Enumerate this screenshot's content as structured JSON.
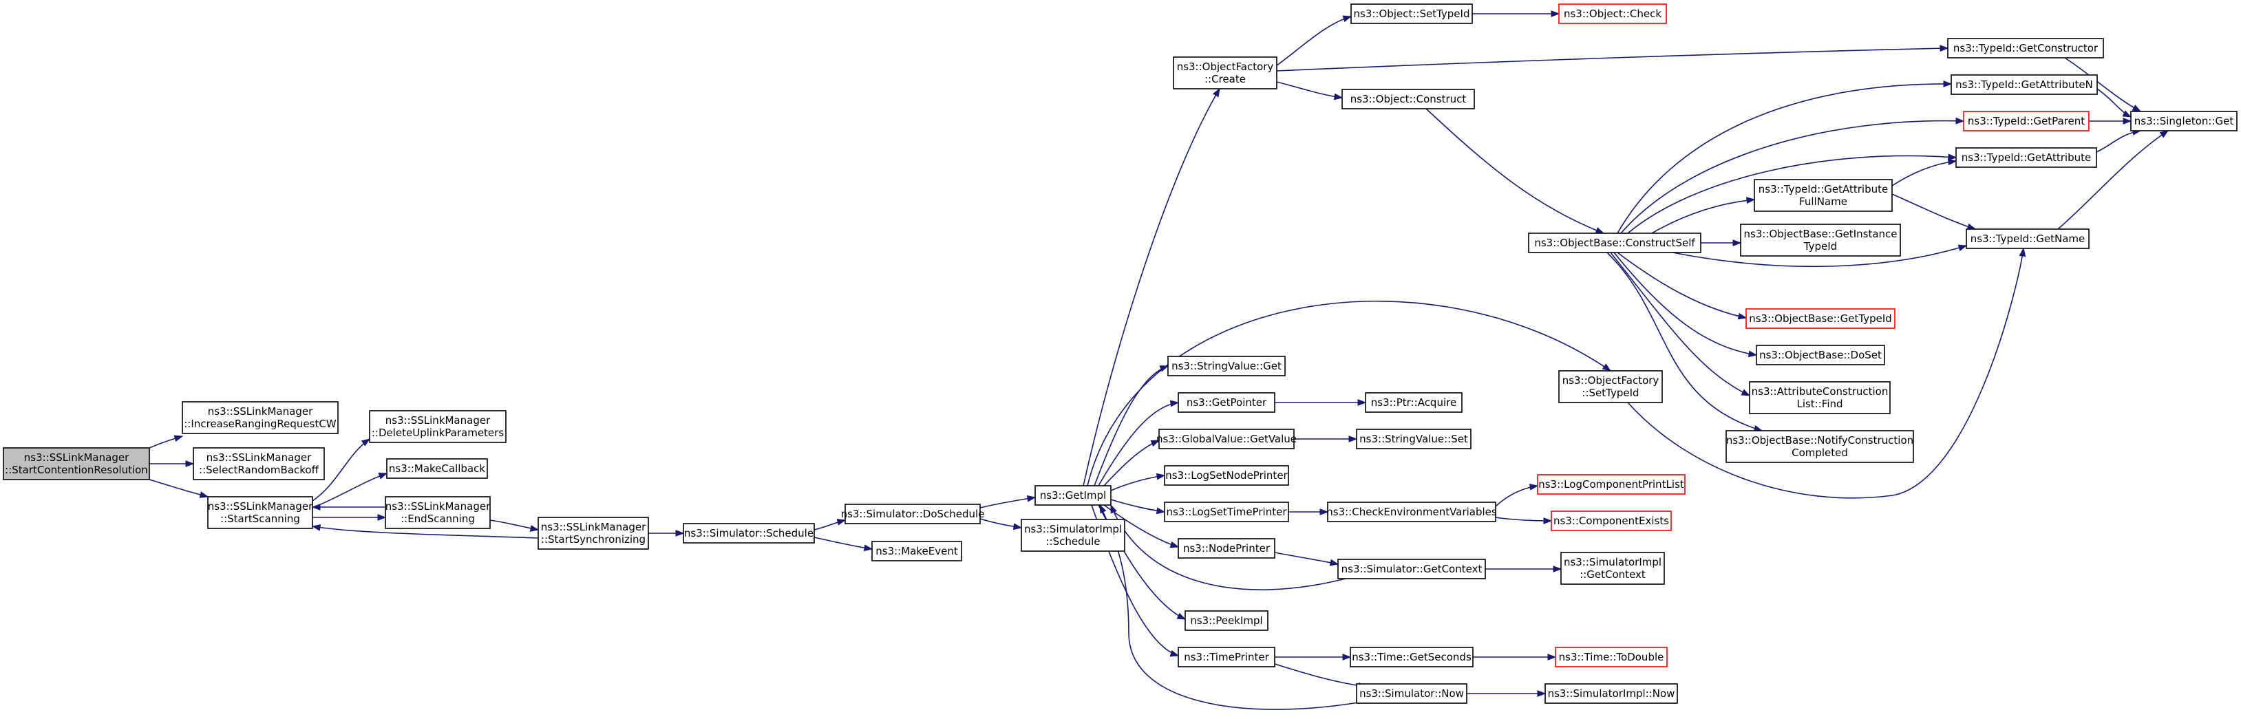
{
  "colors": {
    "edge": "#191970",
    "node_border": "#000000",
    "node_border_truncated": "#ff0000",
    "root_fill": "#bfbfbf",
    "background": "#ffffff"
  },
  "nodes": {
    "root": [
      "ns3::SSLinkManager",
      "::StartContentionResolution"
    ],
    "increase": [
      "ns3::SSLinkManager",
      "::IncreaseRangingRequestCW"
    ],
    "selectbackoff": [
      "ns3::SSLinkManager",
      "::SelectRandomBackoff"
    ],
    "startscanning": [
      "ns3::SSLinkManager",
      "::StartScanning"
    ],
    "deleteuplink": [
      "ns3::SSLinkManager",
      "::DeleteUplinkParameters"
    ],
    "makecallback": [
      "ns3::MakeCallback"
    ],
    "endscanning": [
      "ns3::SSLinkManager",
      "::EndScanning"
    ],
    "startsync": [
      "ns3::SSLinkManager",
      "::StartSynchronizing"
    ],
    "schedule": [
      "ns3::Simulator::Schedule"
    ],
    "doschedule": [
      "ns3::Simulator::DoSchedule"
    ],
    "makeevent": [
      "ns3::MakeEvent"
    ],
    "getimpl": [
      "ns3::GetImpl"
    ],
    "simimplschedule": [
      "ns3::SimulatorImpl",
      "::Schedule"
    ],
    "ofcreate": [
      "ns3::ObjectFactory",
      "::Create"
    ],
    "setypeid": [
      "ns3::Object::SetTypeId"
    ],
    "objcheck": [
      "ns3::Object::Check"
    ],
    "objconstruct": [
      "ns3::Object::Construct"
    ],
    "getconstructor": [
      "ns3::TypeId::GetConstructor"
    ],
    "getattributen": [
      "ns3::TypeId::GetAttributeN"
    ],
    "getparent": [
      "ns3::TypeId::GetParent"
    ],
    "singleton": [
      "ns3::Singleton::Get"
    ],
    "getattribute": [
      "ns3::TypeId::GetAttribute"
    ],
    "getattrfull": [
      "ns3::TypeId::GetAttribute",
      "FullName"
    ],
    "constructself": [
      "ns3::ObjectBase::ConstructSelf"
    ],
    "getinstancetypeid": [
      "ns3::ObjectBase::GetInstance",
      "TypeId"
    ],
    "getname": [
      "ns3::TypeId::GetName"
    ],
    "obgettypeid": [
      "ns3::ObjectBase::GetTypeId"
    ],
    "doset": [
      "ns3::ObjectBase::DoSet"
    ],
    "attrconstructionfind": [
      "ns3::AttributeConstruction",
      "List::Find"
    ],
    "notifyconstruction": [
      "ns3::ObjectBase::NotifyConstruction",
      "Completed"
    ],
    "stringvalueget": [
      "ns3::StringValue::Get"
    ],
    "getpointer": [
      "ns3::GetPointer"
    ],
    "ptracquire": [
      "ns3::Ptr::Acquire"
    ],
    "ofsettypeid": [
      "ns3::ObjectFactory",
      "::SetTypeId"
    ],
    "globalvalueget": [
      "ns3::GlobalValue::GetValue"
    ],
    "stringvalueset": [
      "ns3::StringValue::Set"
    ],
    "logsetnodeprinter": [
      "ns3::LogSetNodePrinter"
    ],
    "logsettimeprinter": [
      "ns3::LogSetTimePrinter"
    ],
    "checkenv": [
      "ns3::CheckEnvironmentVariables"
    ],
    "logcomponentprintlist": [
      "ns3::LogComponentPrintList"
    ],
    "componentexists": [
      "ns3::ComponentExists"
    ],
    "nodeprinter": [
      "ns3::NodePrinter"
    ],
    "getcontext": [
      "ns3::Simulator::GetContext"
    ],
    "simimplgetcontext": [
      "ns3::SimulatorImpl",
      "::GetContext"
    ],
    "peekimpl": [
      "ns3::PeekImpl"
    ],
    "timeprinter": [
      "ns3::TimePrinter"
    ],
    "getseconds": [
      "ns3::Time::GetSeconds"
    ],
    "todouble": [
      "ns3::Time::ToDouble"
    ],
    "simnow": [
      "ns3::Simulator::Now"
    ],
    "simimplnow": [
      "ns3::SimulatorImpl::Now"
    ]
  }
}
